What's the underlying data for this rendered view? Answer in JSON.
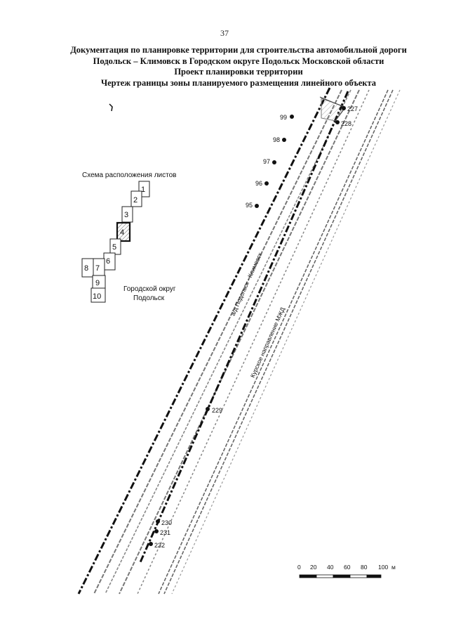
{
  "page_number": "37",
  "title_lines": [
    "Документация по планировке территории для строительства автомобильной дороги",
    "Подольск – Климовск в Городском округе Подольск Московской области",
    "Проект планировки территории",
    "Чертеж границы зоны планируемого размещения линейного объекта"
  ],
  "inset": {
    "title": "Схема расположения листов",
    "sheets": [
      "1",
      "2",
      "3",
      "4",
      "5",
      "6",
      "7",
      "8",
      "9",
      "10"
    ],
    "current_sheet": "4"
  },
  "district_label": [
    "Городской округ",
    "Подольск"
  ],
  "road_label": "а/д Подольск - Климовск",
  "railway_label": "Курское направление МЖД",
  "boundary_points": {
    "left": [
      "99",
      "98",
      "97",
      "96",
      "95"
    ],
    "right": [
      "227",
      "228",
      "229",
      "230",
      "231",
      "232"
    ]
  },
  "scale_bar": {
    "ticks": [
      "0",
      "20",
      "40",
      "60",
      "80",
      "100"
    ],
    "unit": "м"
  },
  "colors": {
    "boundary": "#111111",
    "hatch": "#888888",
    "current_sheet_fill": "#bbbbbb"
  }
}
